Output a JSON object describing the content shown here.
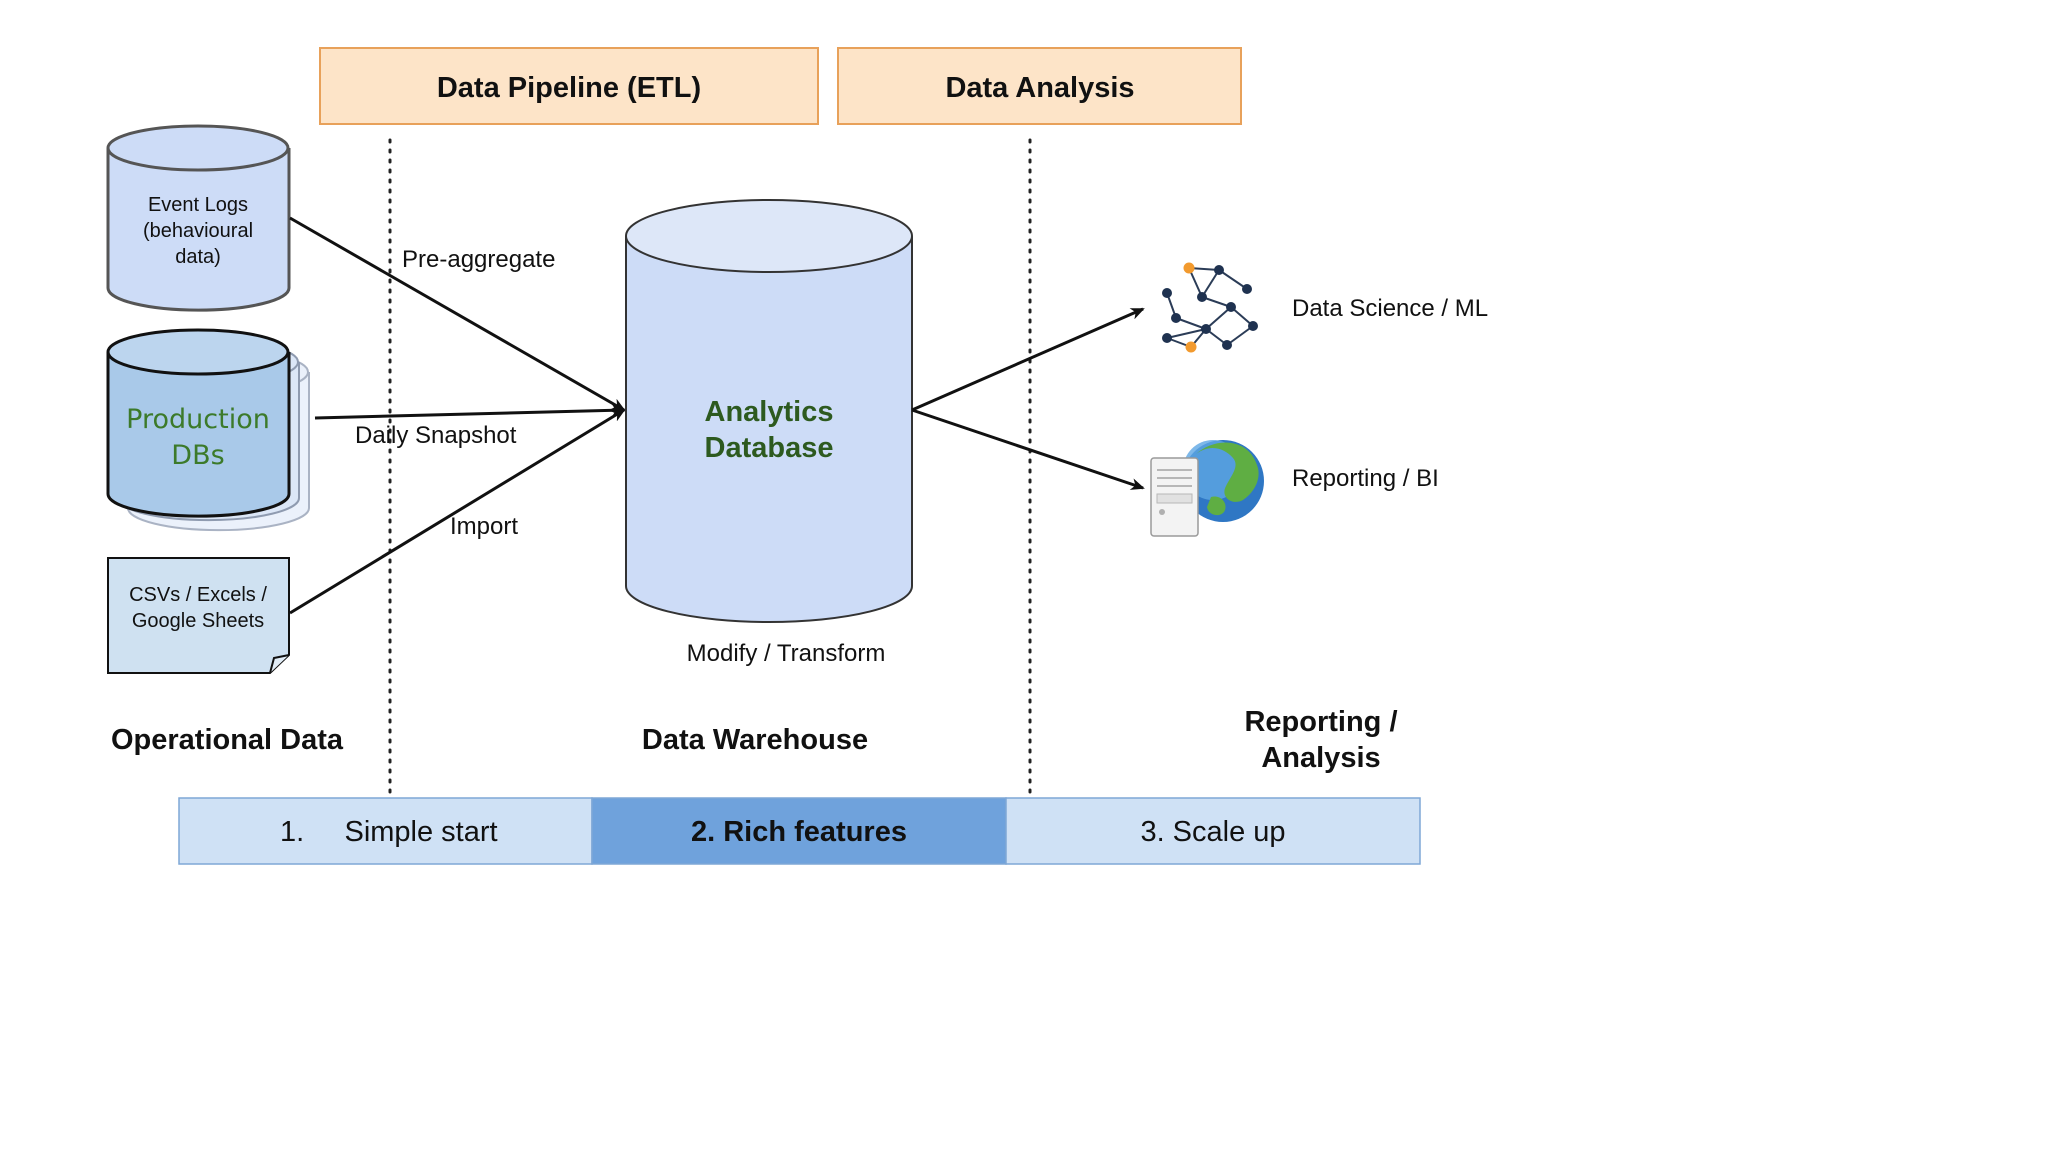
{
  "phases": {
    "pipeline": "Data Pipeline (ETL)",
    "analysis": "Data Analysis"
  },
  "sources": {
    "event_logs": [
      "Event Logs",
      "(behavioural",
      "data)"
    ],
    "production": [
      "Production",
      "DBs"
    ],
    "csvs": [
      "CSVs / Excels /",
      "Google Sheets"
    ]
  },
  "flows": {
    "pre_aggregate": "Pre-aggregate",
    "daily_snapshot": "Daily Snapshot",
    "import": "Import"
  },
  "warehouse": {
    "database": [
      "Analytics",
      "Database"
    ],
    "transform": "Modify / Transform"
  },
  "outputs": {
    "ml": "Data Science / ML",
    "bi": "Reporting / BI"
  },
  "columns": {
    "operational": "Operational Data",
    "warehouse": "Data Warehouse",
    "reporting": [
      "Reporting /",
      "Analysis"
    ]
  },
  "stages": [
    {
      "label": "1.     Simple start"
    },
    {
      "label": "2. Rich features"
    },
    {
      "label": "3. Scale up"
    }
  ],
  "colors": {
    "phase_fill": "#fde4c8",
    "phase_stroke": "#e8a15a",
    "cylinder_fill": "#cddcf7",
    "production_fill": "#a9c9e9",
    "production_text": "#3c7a2a",
    "db_text": "#2d5a1f",
    "stage_light": "#cfe1f5",
    "stage_active": "#6fa2dc"
  }
}
